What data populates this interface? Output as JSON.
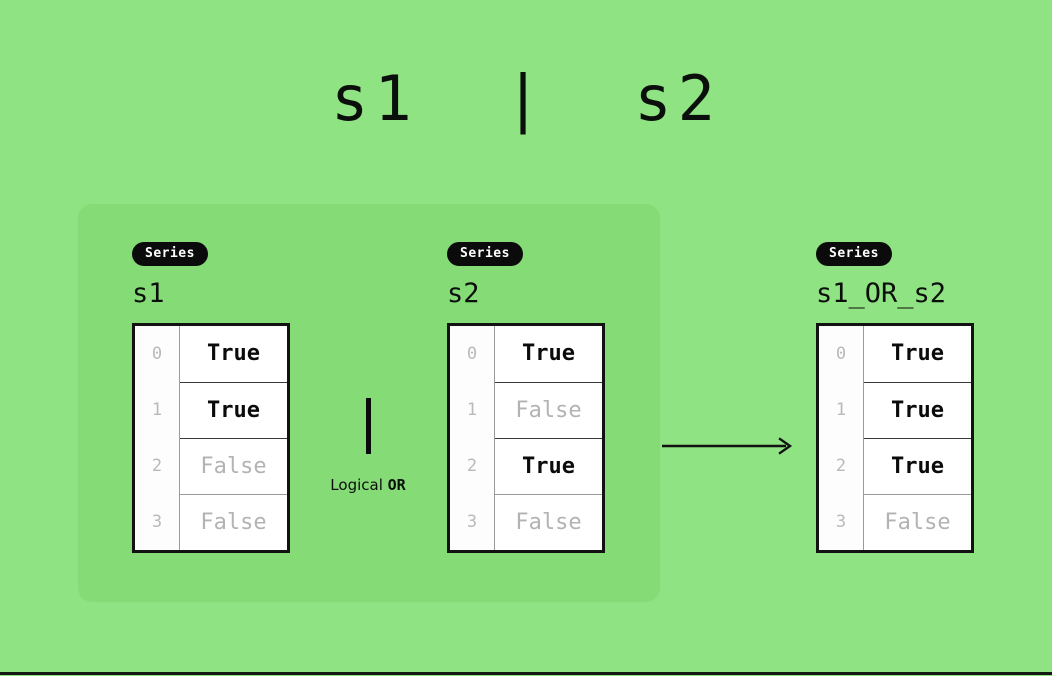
{
  "canvas": {
    "background_color": "#90e383",
    "panel_color": "#85dc76",
    "ink_color": "#0b0b0b",
    "muted_color": "#b3b3b3"
  },
  "title": "s1  |  s2",
  "operator": {
    "glyph": "|",
    "label_prefix": "Logical ",
    "label_strong": "OR"
  },
  "arrow": {
    "icon": "arrow-right-icon",
    "color": "#121212"
  },
  "badge_label": "Series",
  "series": [
    {
      "id": "s1",
      "name": "s1",
      "badge": "Series",
      "index": [
        "0",
        "1",
        "2",
        "3"
      ],
      "values": [
        "True",
        "True",
        "False",
        "False"
      ]
    },
    {
      "id": "s2",
      "name": "s2",
      "badge": "Series",
      "index": [
        "0",
        "1",
        "2",
        "3"
      ],
      "values": [
        "True",
        "False",
        "True",
        "False"
      ]
    },
    {
      "id": "result",
      "name": "s1_OR_s2",
      "badge": "Series",
      "index": [
        "0",
        "1",
        "2",
        "3"
      ],
      "values": [
        "True",
        "True",
        "True",
        "False"
      ]
    }
  ]
}
